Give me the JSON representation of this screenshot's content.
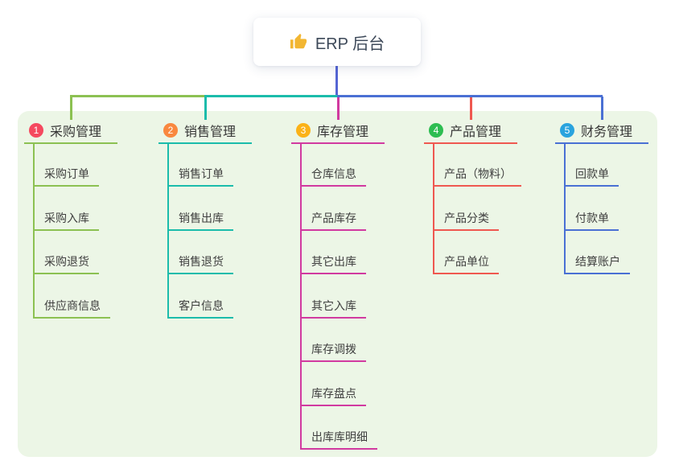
{
  "root": {
    "label": "ERP 后台",
    "icon": "thumbs-up-icon"
  },
  "branches": [
    {
      "num": "1",
      "title": "采购管理",
      "badge_color": "#f5495f",
      "line_color": "#8cc152",
      "children": [
        "采购订单",
        "采购入库",
        "采购退货",
        "供应商信息"
      ]
    },
    {
      "num": "2",
      "title": "销售管理",
      "badge_color": "#f9883f",
      "line_color": "#1bbcab",
      "children": [
        "销售订单",
        "销售出库",
        "销售退货",
        "客户信息"
      ]
    },
    {
      "num": "3",
      "title": "库存管理",
      "badge_color": "#fbb217",
      "line_color": "#d13aa0",
      "children": [
        "仓库信息",
        "产品库存",
        "其它出库",
        "其它入库",
        "库存调拨",
        "库存盘点",
        "出库库明细"
      ]
    },
    {
      "num": "4",
      "title": "产品管理",
      "badge_color": "#2dbd51",
      "line_color": "#ef5850",
      "children": [
        "产品（物料）",
        "产品分类",
        "产品单位"
      ]
    },
    {
      "num": "5",
      "title": "财务管理",
      "badge_color": "#29a3de",
      "line_color": "#4a70d4",
      "children": [
        "回款单",
        "付款单",
        "结算账户"
      ]
    }
  ],
  "colors": {
    "panel_bg": "#ecf6e6",
    "root_connector": "#5565d4",
    "card_bg": "#ffffff",
    "root_text": "#3c4858",
    "title_text": "#373737",
    "child_text": "#3f3f3f",
    "thumb_icon": "#f2b632"
  }
}
